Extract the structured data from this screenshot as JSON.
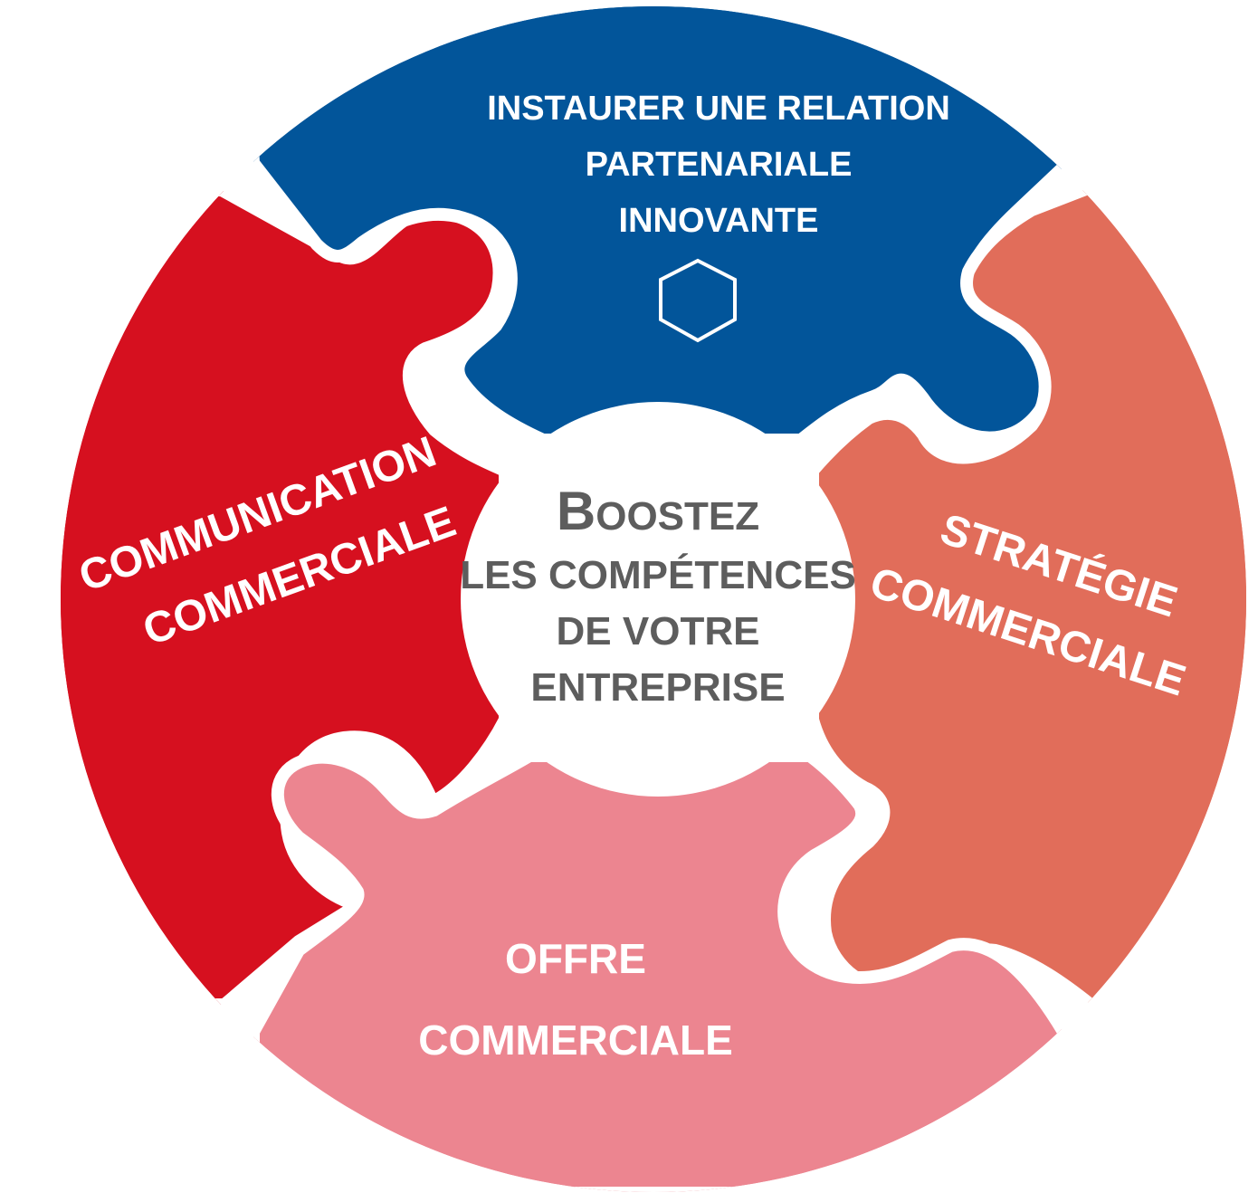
{
  "colors": {
    "top": "#02559A",
    "right": "#E16D5A",
    "bottom": "#EC8590",
    "left": "#D6101F",
    "center_text": "#5D5D5D",
    "gap": "#FFFFFF"
  },
  "top_piece": {
    "line1": "INSTAURER UNE RELATION",
    "line2": "PARTENARIALE",
    "line3": "INNOVANTE",
    "icon": "hexagon-icon"
  },
  "left_piece": {
    "line1": "COMMUNICATION",
    "line2": "COMMERCIALE"
  },
  "right_piece": {
    "line1": "STRATÉGIE",
    "line2": "COMMERCIALE"
  },
  "bottom_piece": {
    "line1": "OFFRE",
    "line2": "COMMERCIALE"
  },
  "center": {
    "line1_initial": "B",
    "line1_rest": "OOSTEZ",
    "line2": "LES COMPÉTENCES",
    "line3": "DE VOTRE",
    "line4": "ENTREPRISE"
  }
}
